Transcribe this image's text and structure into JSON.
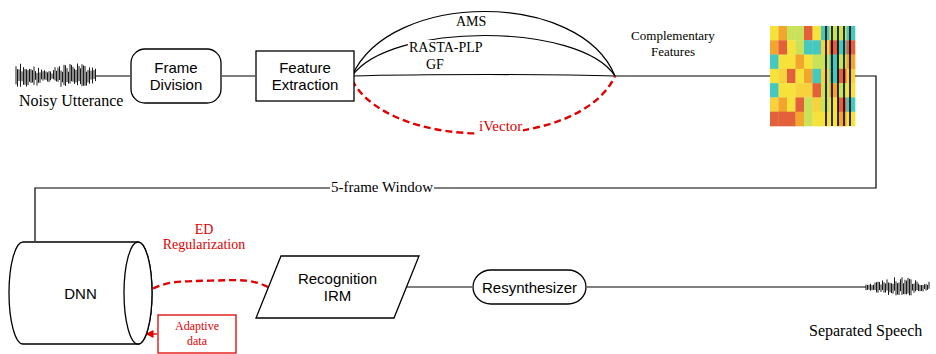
{
  "diagram": {
    "nodes": [
      {
        "text": [
          "Frame Division"
        ]
      },
      {
        "text": [
          "Feature Extraction"
        ]
      },
      {
        "text": [
          "DNN"
        ]
      },
      {
        "text": [
          "Recognition IRM"
        ]
      },
      {
        "text": [
          "Resynthesizer"
        ]
      },
      {
        "text": [
          "Adaptive data"
        ]
      }
    ],
    "edges": [
      {
        "from": 0,
        "to": 1,
        "arrow": "none"
      },
      {
        "from": 3,
        "to": 2,
        "arrow": "none",
        "label": "ED Regularization"
      },
      {
        "from": 5,
        "to": 2,
        "arrow": "to"
      },
      {
        "from": 3,
        "to": 4,
        "arrow": "none"
      }
    ],
    "labels": [
      "Noisy Utterance",
      "AMS",
      "RASTA-PLP",
      "GF",
      "iVector",
      "Complementary Features",
      "5-frame Window",
      "Separated Speech"
    ]
  }
}
